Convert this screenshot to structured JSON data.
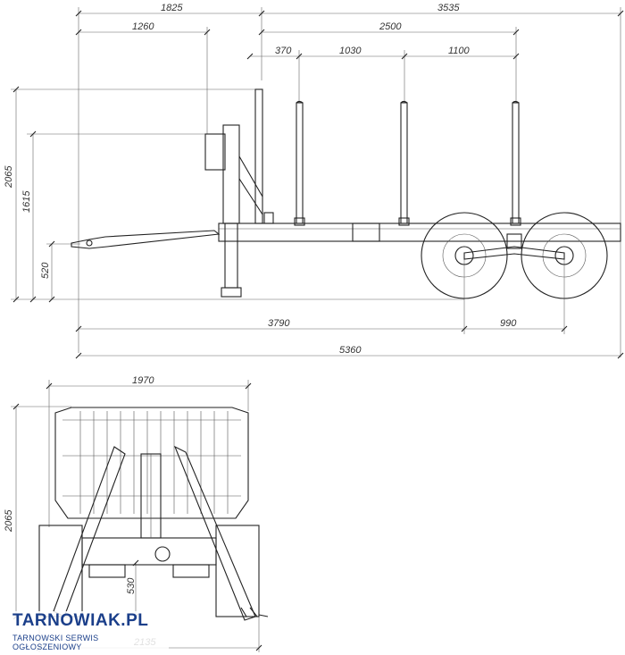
{
  "dimensions": {
    "top_1825": "1825",
    "top_3535": "3535",
    "top_1260": "1260",
    "top_2500": "2500",
    "top_370": "370",
    "top_1030": "1030",
    "top_1100": "1100",
    "left_2065": "2065",
    "left_1615": "1615",
    "left_520": "520",
    "bottom_3790": "3790",
    "bottom_990": "990",
    "bottom_5360": "5360",
    "rear_1970": "1970",
    "rear_2065": "2065",
    "rear_530": "530",
    "rear_2135": "2135"
  },
  "watermark": {
    "brand": "TARNOWIAK.PL",
    "tagline": "TARNOWSKI SERWIS OGŁOSZENIOWY"
  },
  "colors": {
    "line": "#222222",
    "brand": "#1b3f8a"
  }
}
